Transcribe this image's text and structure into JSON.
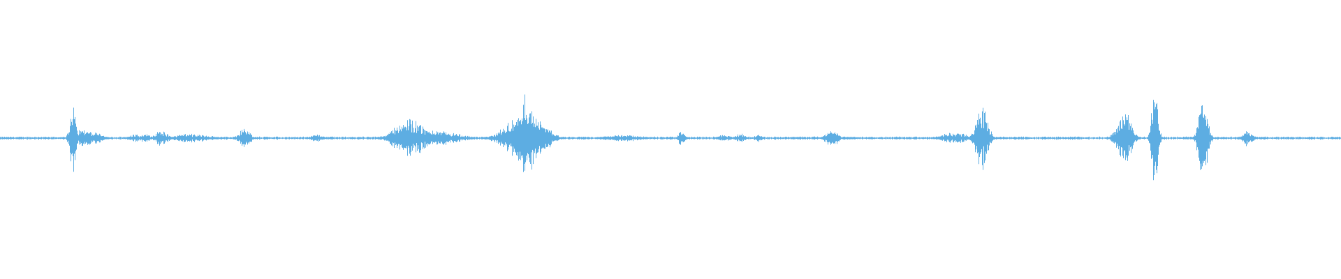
{
  "waveform": {
    "color": "#5DADE2",
    "background": "#FFFFFF",
    "baseline_amplitude": 0.012,
    "events": [
      {
        "t": 0.054,
        "amp": 0.42,
        "spread": 0.002
      },
      {
        "t": 0.062,
        "amp": 0.1,
        "spread": 0.006
      },
      {
        "t": 0.072,
        "amp": 0.06,
        "spread": 0.004
      },
      {
        "t": 0.1,
        "amp": 0.05,
        "spread": 0.003
      },
      {
        "t": 0.108,
        "amp": 0.06,
        "spread": 0.003
      },
      {
        "t": 0.12,
        "amp": 0.09,
        "spread": 0.004
      },
      {
        "t": 0.143,
        "amp": 0.05,
        "spread": 0.012
      },
      {
        "t": 0.182,
        "amp": 0.1,
        "spread": 0.004
      },
      {
        "t": 0.236,
        "amp": 0.04,
        "spread": 0.004
      },
      {
        "t": 0.305,
        "amp": 0.22,
        "spread": 0.01
      },
      {
        "t": 0.32,
        "amp": 0.09,
        "spread": 0.018
      },
      {
        "t": 0.392,
        "amp": 0.5,
        "spread": 0.006
      },
      {
        "t": 0.385,
        "amp": 0.2,
        "spread": 0.01
      },
      {
        "t": 0.4,
        "amp": 0.22,
        "spread": 0.008
      },
      {
        "t": 0.465,
        "amp": 0.04,
        "spread": 0.012
      },
      {
        "t": 0.508,
        "amp": 0.1,
        "spread": 0.002
      },
      {
        "t": 0.54,
        "amp": 0.04,
        "spread": 0.004
      },
      {
        "t": 0.552,
        "amp": 0.05,
        "spread": 0.003
      },
      {
        "t": 0.565,
        "amp": 0.06,
        "spread": 0.002
      },
      {
        "t": 0.62,
        "amp": 0.1,
        "spread": 0.004
      },
      {
        "t": 0.712,
        "amp": 0.06,
        "spread": 0.01
      },
      {
        "t": 0.732,
        "amp": 0.36,
        "spread": 0.004
      },
      {
        "t": 0.838,
        "amp": 0.3,
        "spread": 0.005
      },
      {
        "t": 0.861,
        "amp": 0.7,
        "spread": 0.002
      },
      {
        "t": 0.897,
        "amp": 0.48,
        "spread": 0.003
      },
      {
        "t": 0.93,
        "amp": 0.1,
        "spread": 0.003
      }
    ]
  }
}
